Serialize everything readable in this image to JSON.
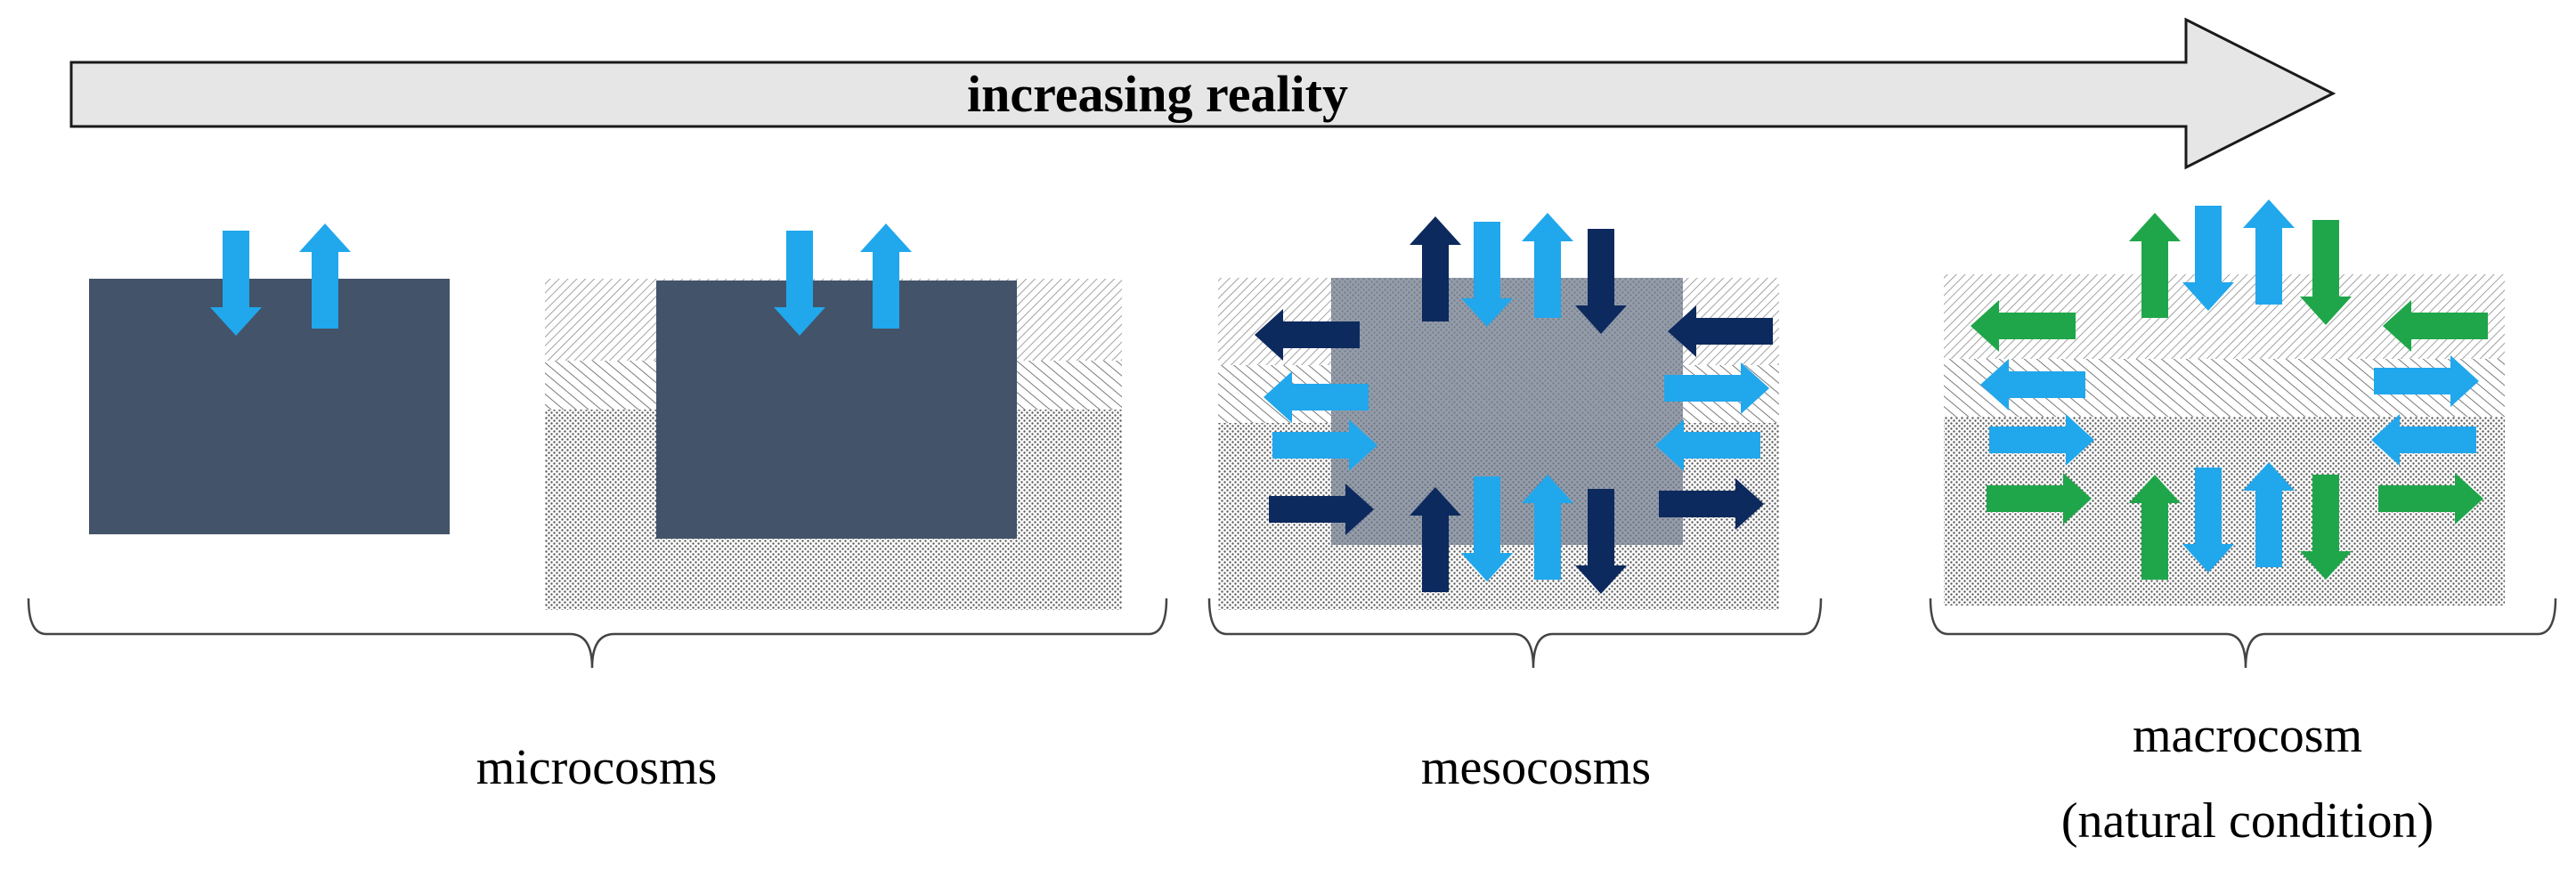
{
  "banner": {
    "text": "increasing reality"
  },
  "groups": [
    {
      "label_lines": [
        "microcosms"
      ]
    },
    {
      "label_lines": [
        "mesocosms"
      ]
    },
    {
      "label_lines": [
        "macrocosm",
        "(natural condition)"
      ]
    }
  ],
  "colors": {
    "banner_fill": "#e6e6e6",
    "banner_stroke": "#1a1a1a",
    "block": "#435369",
    "block_mesocosm": "#8a94a3",
    "arrow_light_blue": "#21a7ec",
    "arrow_dark_blue": "#0d2a5e",
    "arrow_green": "#20a64a",
    "bracket": "#444444"
  }
}
